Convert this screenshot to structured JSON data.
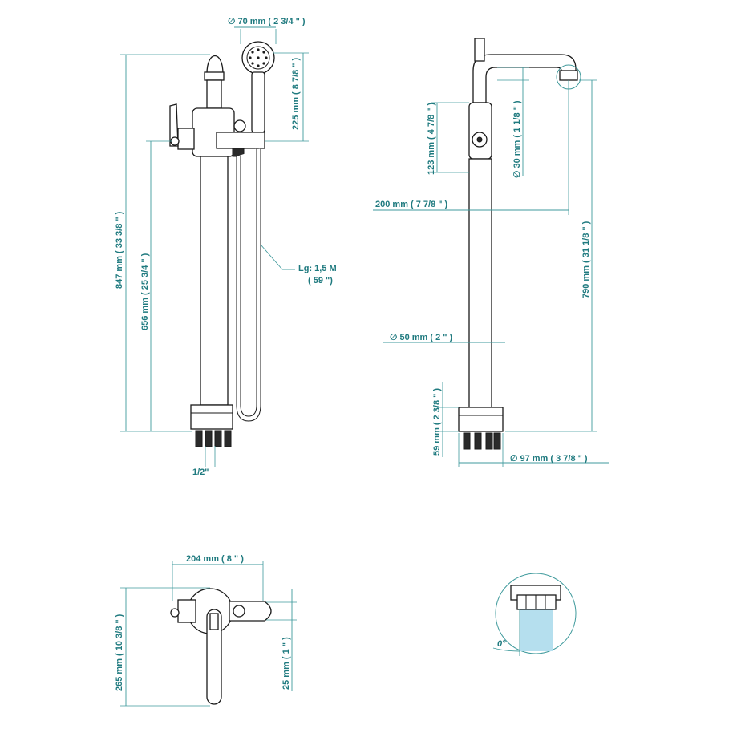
{
  "colors": {
    "dimension": "#1f7a7f",
    "outline": "#1a1a1a",
    "water": "#b5dfee"
  },
  "front_view": {
    "handshower_diameter": "∅ 70 mm ( 2 3/4 \" )",
    "handshower_height": "225 mm ( 8 7/8 \" )",
    "total_height": "847 mm ( 33 3/8 \" )",
    "outlet_height": "656 mm ( 25 3/4 \" )",
    "hose_length_line1": "Lg: 1,5 M",
    "hose_length_line2": "( 59 \")",
    "connection": "1/2\""
  },
  "side_view": {
    "spout_pipe": "123 mm ( 4 7/8 \" )",
    "spout_diameter": "∅ 30 mm ( 1 1/8 \" )",
    "projection": "200 mm ( 7 7/8 \" )",
    "spout_height": "790 mm ( 31 1/8 \" )",
    "column_diameter": "∅ 50 mm ( 2 \" )",
    "base_height": "59 mm ( 2 3/8 \" )",
    "base_diameter": "∅ 97 mm ( 3 7/8 \" )"
  },
  "top_view": {
    "width": "204 mm ( 8 \" )",
    "depth": "265 mm ( 10 3/8 \" )",
    "offset": "25 mm ( 1 \" )"
  },
  "detail": {
    "angle": "0°"
  }
}
